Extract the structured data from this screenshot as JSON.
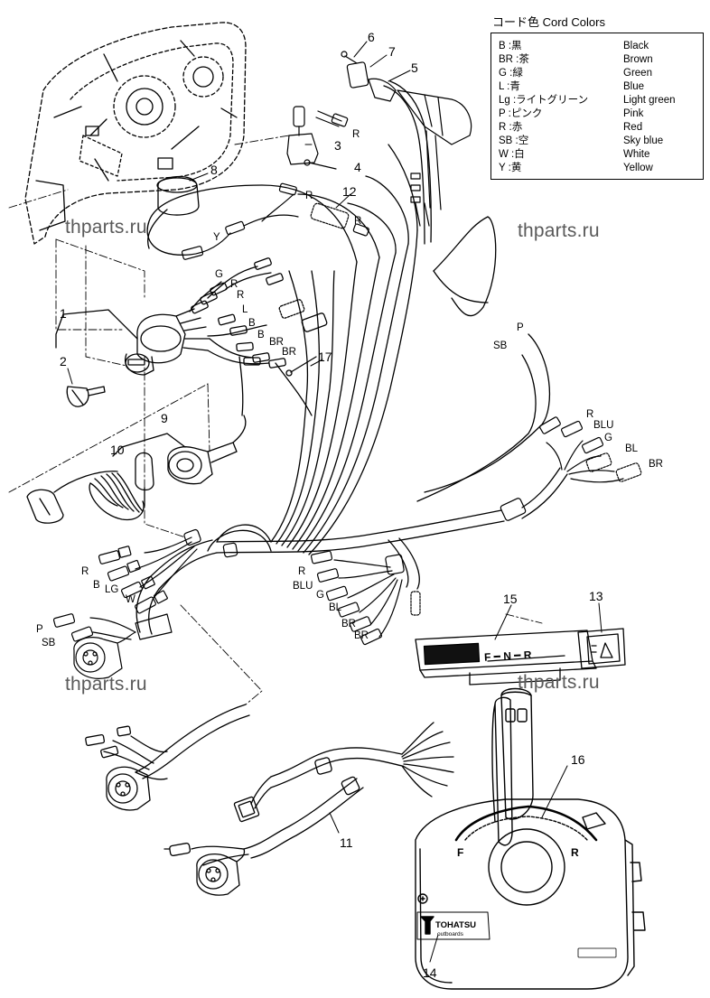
{
  "legend": {
    "title": "コード色 Cord Colors",
    "rows": [
      {
        "code": "B  :黒",
        "english": "Black"
      },
      {
        "code": "BR :茶",
        "english": "Brown"
      },
      {
        "code": "G  :緑",
        "english": "Green"
      },
      {
        "code": "L  :青",
        "english": "Blue"
      },
      {
        "code": "Lg :ライトグリーン",
        "english": "Light green"
      },
      {
        "code": "P  :ピンク",
        "english": "Pink"
      },
      {
        "code": "R  :赤",
        "english": "Red"
      },
      {
        "code": "SB :空",
        "english": "Sky   blue"
      },
      {
        "code": "W  :白",
        "english": "White"
      },
      {
        "code": "Y  :黄",
        "english": "Yellow"
      }
    ]
  },
  "watermarks": [
    "thparts.ru",
    "thparts.ru",
    "thparts.ru",
    "thparts.ru"
  ],
  "callouts": [
    "1",
    "2",
    "3",
    "4",
    "5",
    "6",
    "7",
    "8",
    "9",
    "10",
    "11",
    "12",
    "13",
    "14",
    "15",
    "16",
    "17"
  ],
  "wire_labels": {
    "top_r1": "R",
    "top_r2": "R",
    "top_r3": "R",
    "top_y": "Y",
    "sw_g": "G",
    "sw_r1": "R",
    "sw_r2": "R",
    "sw_l": "L",
    "sw_b1": "B",
    "sw_b2": "B",
    "sw_br1": "BR",
    "sw_br2": "BR",
    "right_p": "P",
    "right_sb": "SB",
    "fr_r": "R",
    "fr_blu": "BLU",
    "fr_g": "G",
    "fr_bl": "BL",
    "fr_br": "BR",
    "ml_r": "R",
    "ml_blu": "BLU",
    "ml_g": "G",
    "ml_bl": "BL",
    "ml_br1": "BR",
    "ml_br2": "BR",
    "ll_r": "R",
    "ll_b": "B",
    "ll_lg": "LG",
    "ll_w": "W",
    "ll_p": "P",
    "ll_sb": "SB"
  },
  "decal": {
    "letters": "F ━ N ━ R"
  },
  "lever": {
    "forward": "F",
    "reverse": "R",
    "brand": "TOHATSU",
    "brand_sub": "outboards"
  }
}
